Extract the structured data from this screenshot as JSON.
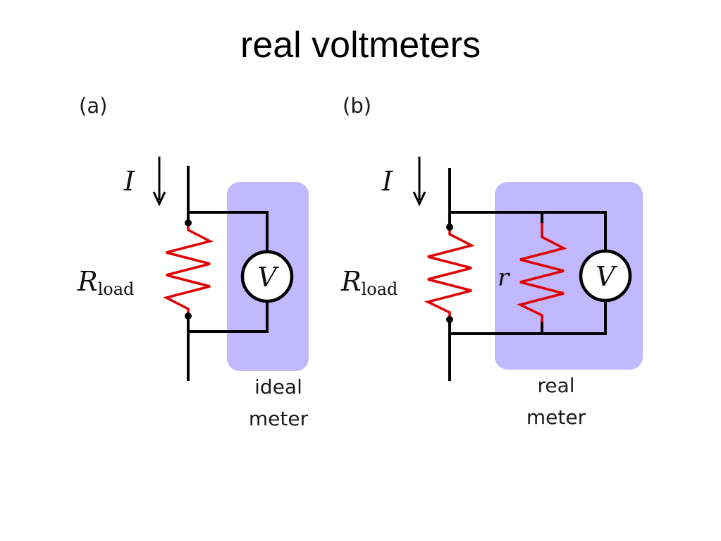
{
  "title": "real voltmeters",
  "colors": {
    "meter_box": "#c2b8ff",
    "resistor": "#e00000",
    "wire": "#000000"
  },
  "panel_a": {
    "label": "(a)",
    "current_symbol": "I",
    "resistor_symbol": "R",
    "resistor_subscript": "load",
    "meter_symbol": "V",
    "caption_line1": "ideal",
    "caption_line2": "meter"
  },
  "panel_b": {
    "label": "(b)",
    "current_symbol": "I",
    "resistor_symbol": "R",
    "resistor_subscript": "load",
    "internal_resistor_symbol": "r",
    "meter_symbol": "V",
    "caption_line1": "real",
    "caption_line2": "meter"
  }
}
